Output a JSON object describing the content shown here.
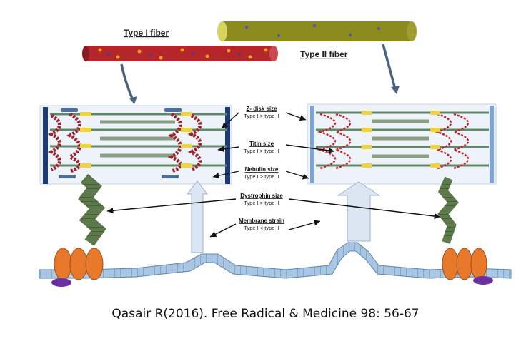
{
  "fibers": {
    "type1": "Type I fiber",
    "type2": "Type II fiber"
  },
  "comparisons": [
    {
      "title": "Z- disk size",
      "relation": "Type I > type II"
    },
    {
      "title": "Titin size",
      "relation": "Type I > type II"
    },
    {
      "title": "Nebulin size",
      "relation": "Type I > type II"
    },
    {
      "title": "Dystrophin size",
      "relation": "Type I > type II"
    },
    {
      "title": "Membrane strain",
      "relation": "Type I < type II"
    }
  ],
  "caption": "Qasair R(2016). Free Radical & Medicine 98: 56-67",
  "colors": {
    "type1_fiber": "#b5262b",
    "type2_fiber": "#8b8a1f",
    "z_disk": "#1d3a7a",
    "titin": "#a0222a",
    "membrane": "#8db4d8",
    "protein_complex": "#e8782a",
    "accent_purple": "#6b2fa0"
  },
  "icons": {
    "arrow": "curved-arrow-icon",
    "strain": "up-arrow-icon"
  }
}
